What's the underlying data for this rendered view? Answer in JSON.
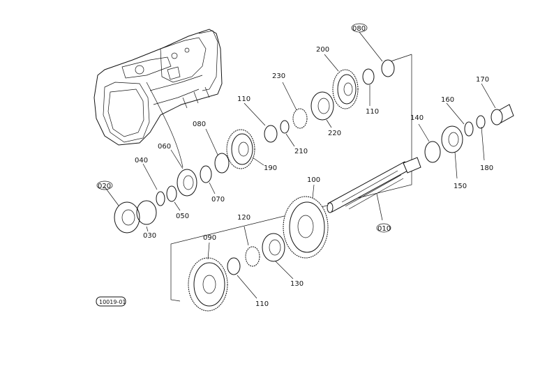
{
  "diagram": {
    "reference_code": "10019-01",
    "parts": [
      {
        "id": "p010",
        "label": "010"
      },
      {
        "id": "p020",
        "label": "020"
      },
      {
        "id": "p030",
        "label": "030"
      },
      {
        "id": "p040",
        "label": "040"
      },
      {
        "id": "p050",
        "label": "050"
      },
      {
        "id": "p060",
        "label": "060"
      },
      {
        "id": "p070",
        "label": "070"
      },
      {
        "id": "p080a",
        "label": "080"
      },
      {
        "id": "p080b",
        "label": "080"
      },
      {
        "id": "p090",
        "label": "090"
      },
      {
        "id": "p100",
        "label": "100"
      },
      {
        "id": "p110a",
        "label": "110"
      },
      {
        "id": "p110b",
        "label": "110"
      },
      {
        "id": "p110c",
        "label": "110"
      },
      {
        "id": "p120",
        "label": "120"
      },
      {
        "id": "p130",
        "label": "130"
      },
      {
        "id": "p140",
        "label": "140"
      },
      {
        "id": "p150",
        "label": "150"
      },
      {
        "id": "p160",
        "label": "160"
      },
      {
        "id": "p170",
        "label": "170"
      },
      {
        "id": "p180",
        "label": "180"
      },
      {
        "id": "p190",
        "label": "190"
      },
      {
        "id": "p200",
        "label": "200"
      },
      {
        "id": "p210",
        "label": "210"
      },
      {
        "id": "p220",
        "label": "220"
      },
      {
        "id": "p230",
        "label": "230"
      }
    ]
  }
}
